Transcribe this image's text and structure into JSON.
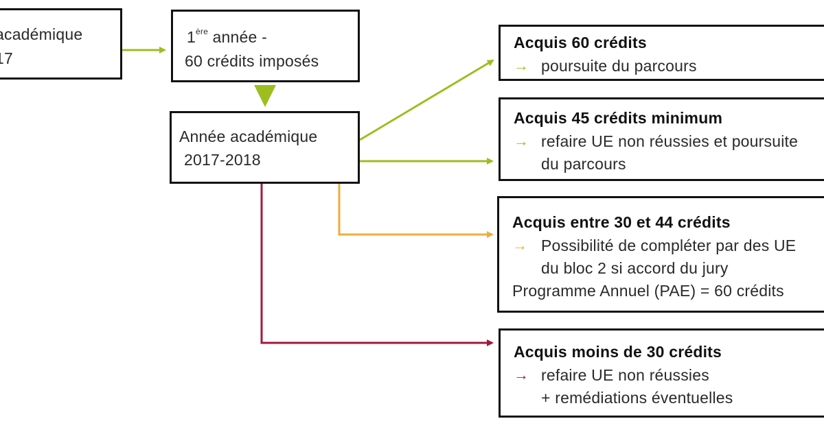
{
  "colors": {
    "green": "#9dbe1f",
    "orange": "#eeac3a",
    "red": "#a4183c",
    "border": "#111111"
  },
  "box_prev": {
    "line1": "académique",
    "line2": "17"
  },
  "box_first_year": {
    "line1_num": "1",
    "line1_sup": "ère",
    "line1_rest": " année -",
    "line2": "60 crédits imposés"
  },
  "box_current": {
    "line1": "Année académique",
    "line2": "2017-2018"
  },
  "outcomes": [
    {
      "title": "Acquis 60 crédits",
      "arrow": "→",
      "lines": [
        "poursuite du parcours"
      ],
      "arrow_color": "green"
    },
    {
      "title": "Acquis 45 crédits minimum",
      "arrow": "→",
      "lines": [
        "refaire UE non réussies et poursuite",
        "du parcours"
      ],
      "arrow_color": "green"
    },
    {
      "title": "Acquis entre 30 et 44 crédits",
      "arrow": "→",
      "lines": [
        "Possibilité de compléter par des UE",
        "du bloc 2 si accord du jury"
      ],
      "extra": "Programme Annuel (PAE) = 60 crédits",
      "arrow_color": "orange"
    },
    {
      "title": "Acquis moins de 30 crédits",
      "arrow": "→",
      "lines": [
        "refaire UE non réussies",
        "+ remédiations éventuelles"
      ],
      "arrow_color": "red"
    }
  ]
}
